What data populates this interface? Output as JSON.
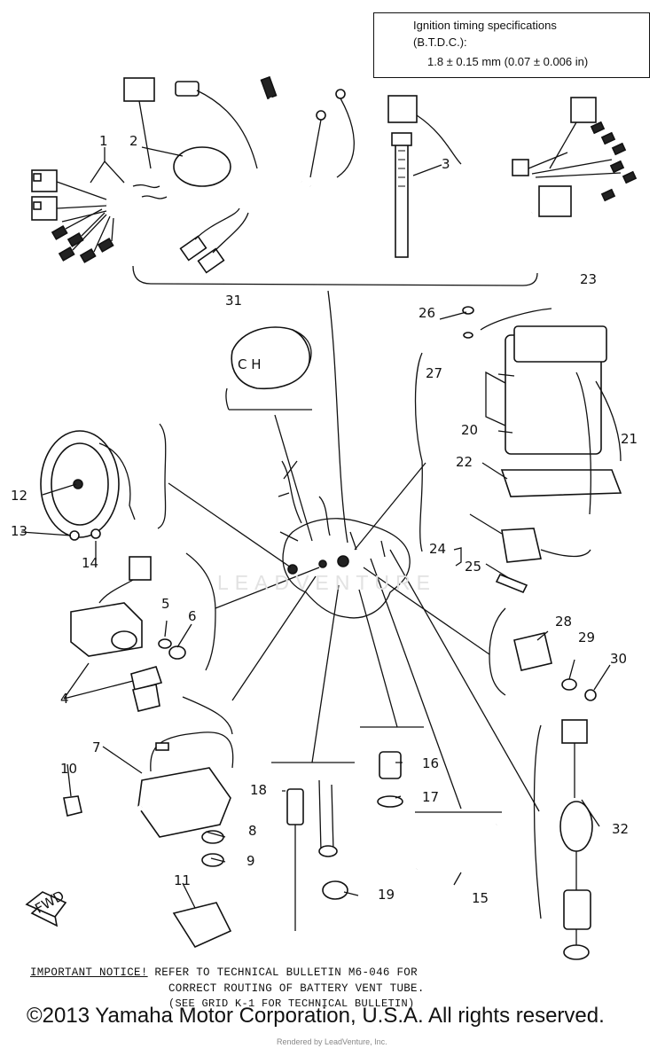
{
  "spec": {
    "title": "Ignition timing specifications",
    "subtitle": "(B.T.D.C.):",
    "value": "1.8  ± 0.15 mm (0.07  ± 0.006 in)"
  },
  "callouts": {
    "c1": "1",
    "c2": "2",
    "c3": "3",
    "c4": "4",
    "c5": "5",
    "c6": "6",
    "c7": "7",
    "c8": "8",
    "c9": "9",
    "c10": "10",
    "c11": "11",
    "c12": "12",
    "c13": "13",
    "c14": "14",
    "c15": "15",
    "c16": "16",
    "c17": "17",
    "c18": "18",
    "c19": "19",
    "c20": "20",
    "c21": "21",
    "c22": "22",
    "c23": "23",
    "c24": "24",
    "c25": "25",
    "c26": "26",
    "c27": "27",
    "c28": "28",
    "c29": "29",
    "c30": "30",
    "c31": "31",
    "c32": "32"
  },
  "fwd_label": "FWD",
  "notice": {
    "heading": "IMPORTANT NOTICE!",
    "line1": " REFER TO TECHNICAL BULLETIN M6-046 FOR",
    "line2": "CORRECT ROUTING OF BATTERY VENT TUBE.",
    "line3": "(SEE GRID K-1 FOR TECHNICAL BULLETIN)"
  },
  "watermark": "LEADVENTURE",
  "copyright": "©2013 Yamaha Motor Corporation, U.S.A. All rights reserved.",
  "render_credit": "Rendered by LeadVenture, Inc."
}
